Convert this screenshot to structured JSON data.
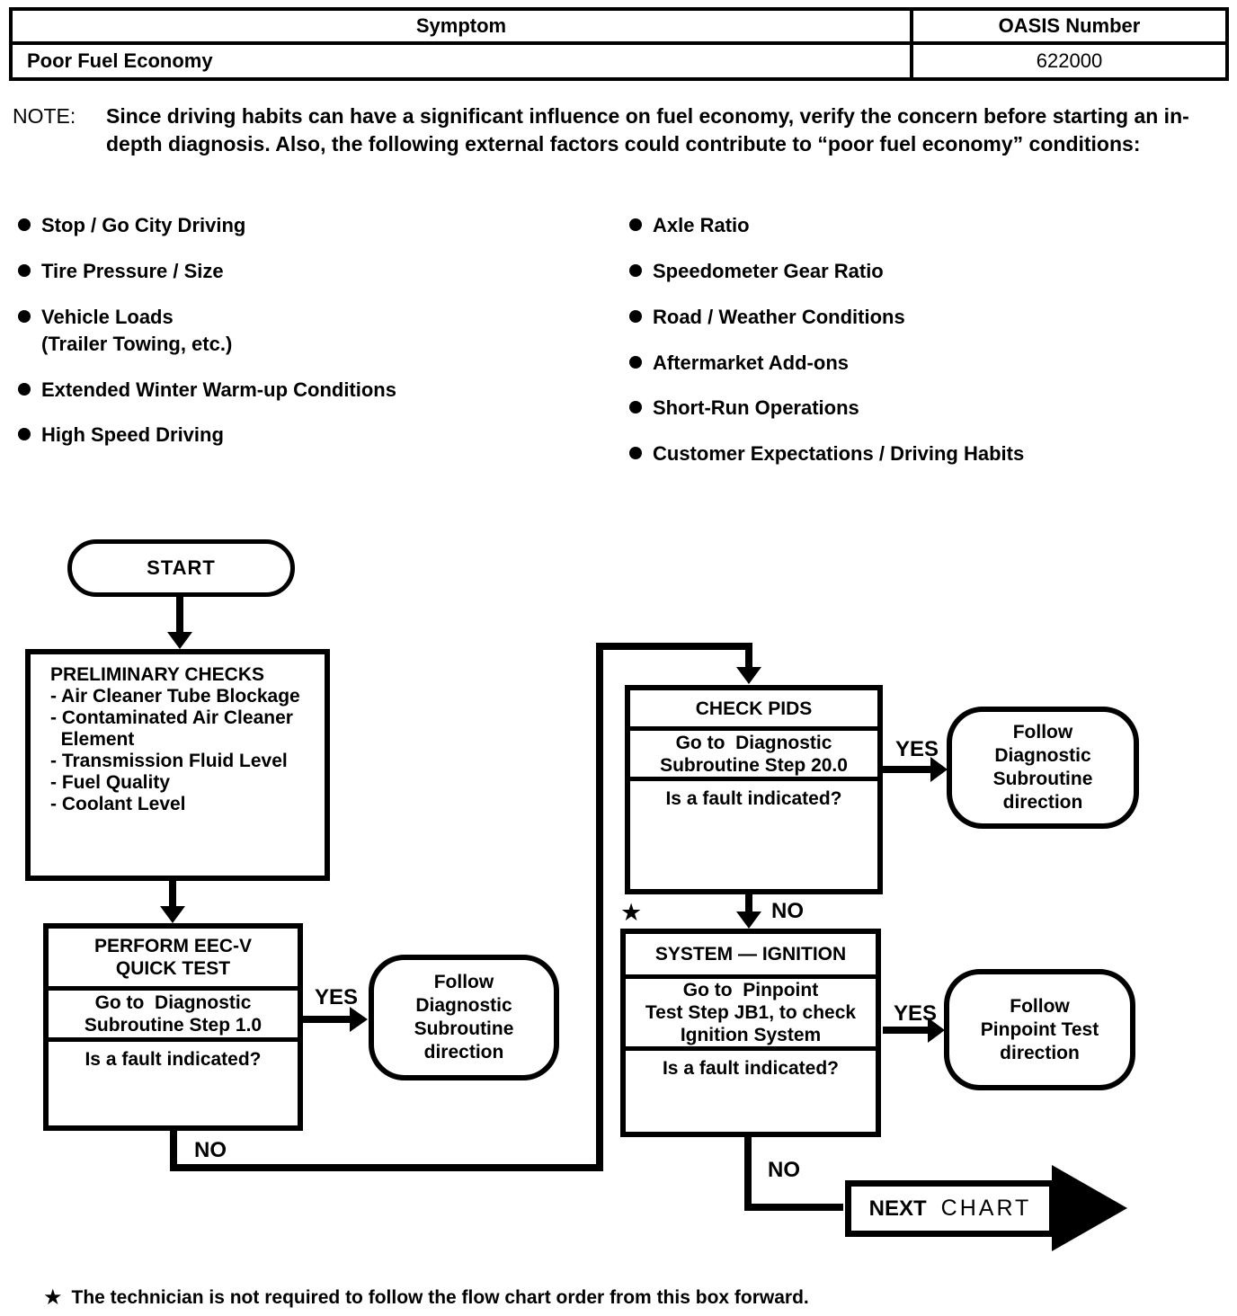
{
  "symptom_table": {
    "headers": [
      "Symptom",
      "OASIS Number"
    ],
    "row": {
      "symptom": "Poor Fuel Economy",
      "oasis_number": "622000"
    }
  },
  "note": {
    "label": "NOTE:",
    "text": "Since driving habits can have a significant influence on fuel economy, verify the concern before starting an in-depth diagnosis. Also, the following external factors could contribute to “poor fuel economy” conditions:"
  },
  "external_factors": {
    "left_column": [
      "Stop / Go City Driving",
      "Tire Pressure / Size",
      "Vehicle Loads\n(Trailer Towing, etc.)",
      "Extended Winter Warm-up Conditions",
      "High Speed Driving"
    ],
    "right_column": [
      "Axle Ratio",
      "Speedometer Gear Ratio",
      "Road / Weather Conditions",
      "Aftermarket Add-ons",
      "Short-Run Operations",
      "Customer Expectations / Driving Habits"
    ]
  },
  "flowchart": {
    "start_label": "START",
    "preliminary_checks": {
      "title": "PRELIMINARY CHECKS",
      "items": [
        "- Air Cleaner Tube Blockage",
        "- Contaminated Air Cleaner\n  Element",
        "- Transmission Fluid Level",
        "- Fuel Quality",
        "- Coolant Level"
      ]
    },
    "eec_quick_test": {
      "title": "PERFORM EEC-V\nQUICK TEST",
      "action": "Go to  Diagnostic\nSubroutine Step 1.0",
      "question": "Is a fault indicated?"
    },
    "check_pids": {
      "title": "CHECK PIDS",
      "action": "Go to  Diagnostic\nSubroutine Step 20.0",
      "question": "Is a fault indicated?"
    },
    "system_ignition": {
      "title": "SYSTEM — IGNITION",
      "action": "Go to  Pinpoint\nTest Step JB1, to check\nIgnition System",
      "question": "Is a fault indicated?"
    },
    "follow_diag_subroutine_left": "Follow\nDiagnostic\nSubroutine\ndirection",
    "follow_diag_subroutine_right": "Follow\nDiagnostic\nSubroutine\ndirection",
    "follow_pinpoint_test": "Follow\nPinpoint Test\ndirection",
    "next_chart": {
      "word1": "NEXT",
      "word2": "CHART"
    },
    "yes_label": "YES",
    "no_label": "NO",
    "star_marker": "★"
  },
  "footnote": {
    "marker": "★",
    "text": "The technician is not required to follow the flow chart order from this box forward."
  }
}
